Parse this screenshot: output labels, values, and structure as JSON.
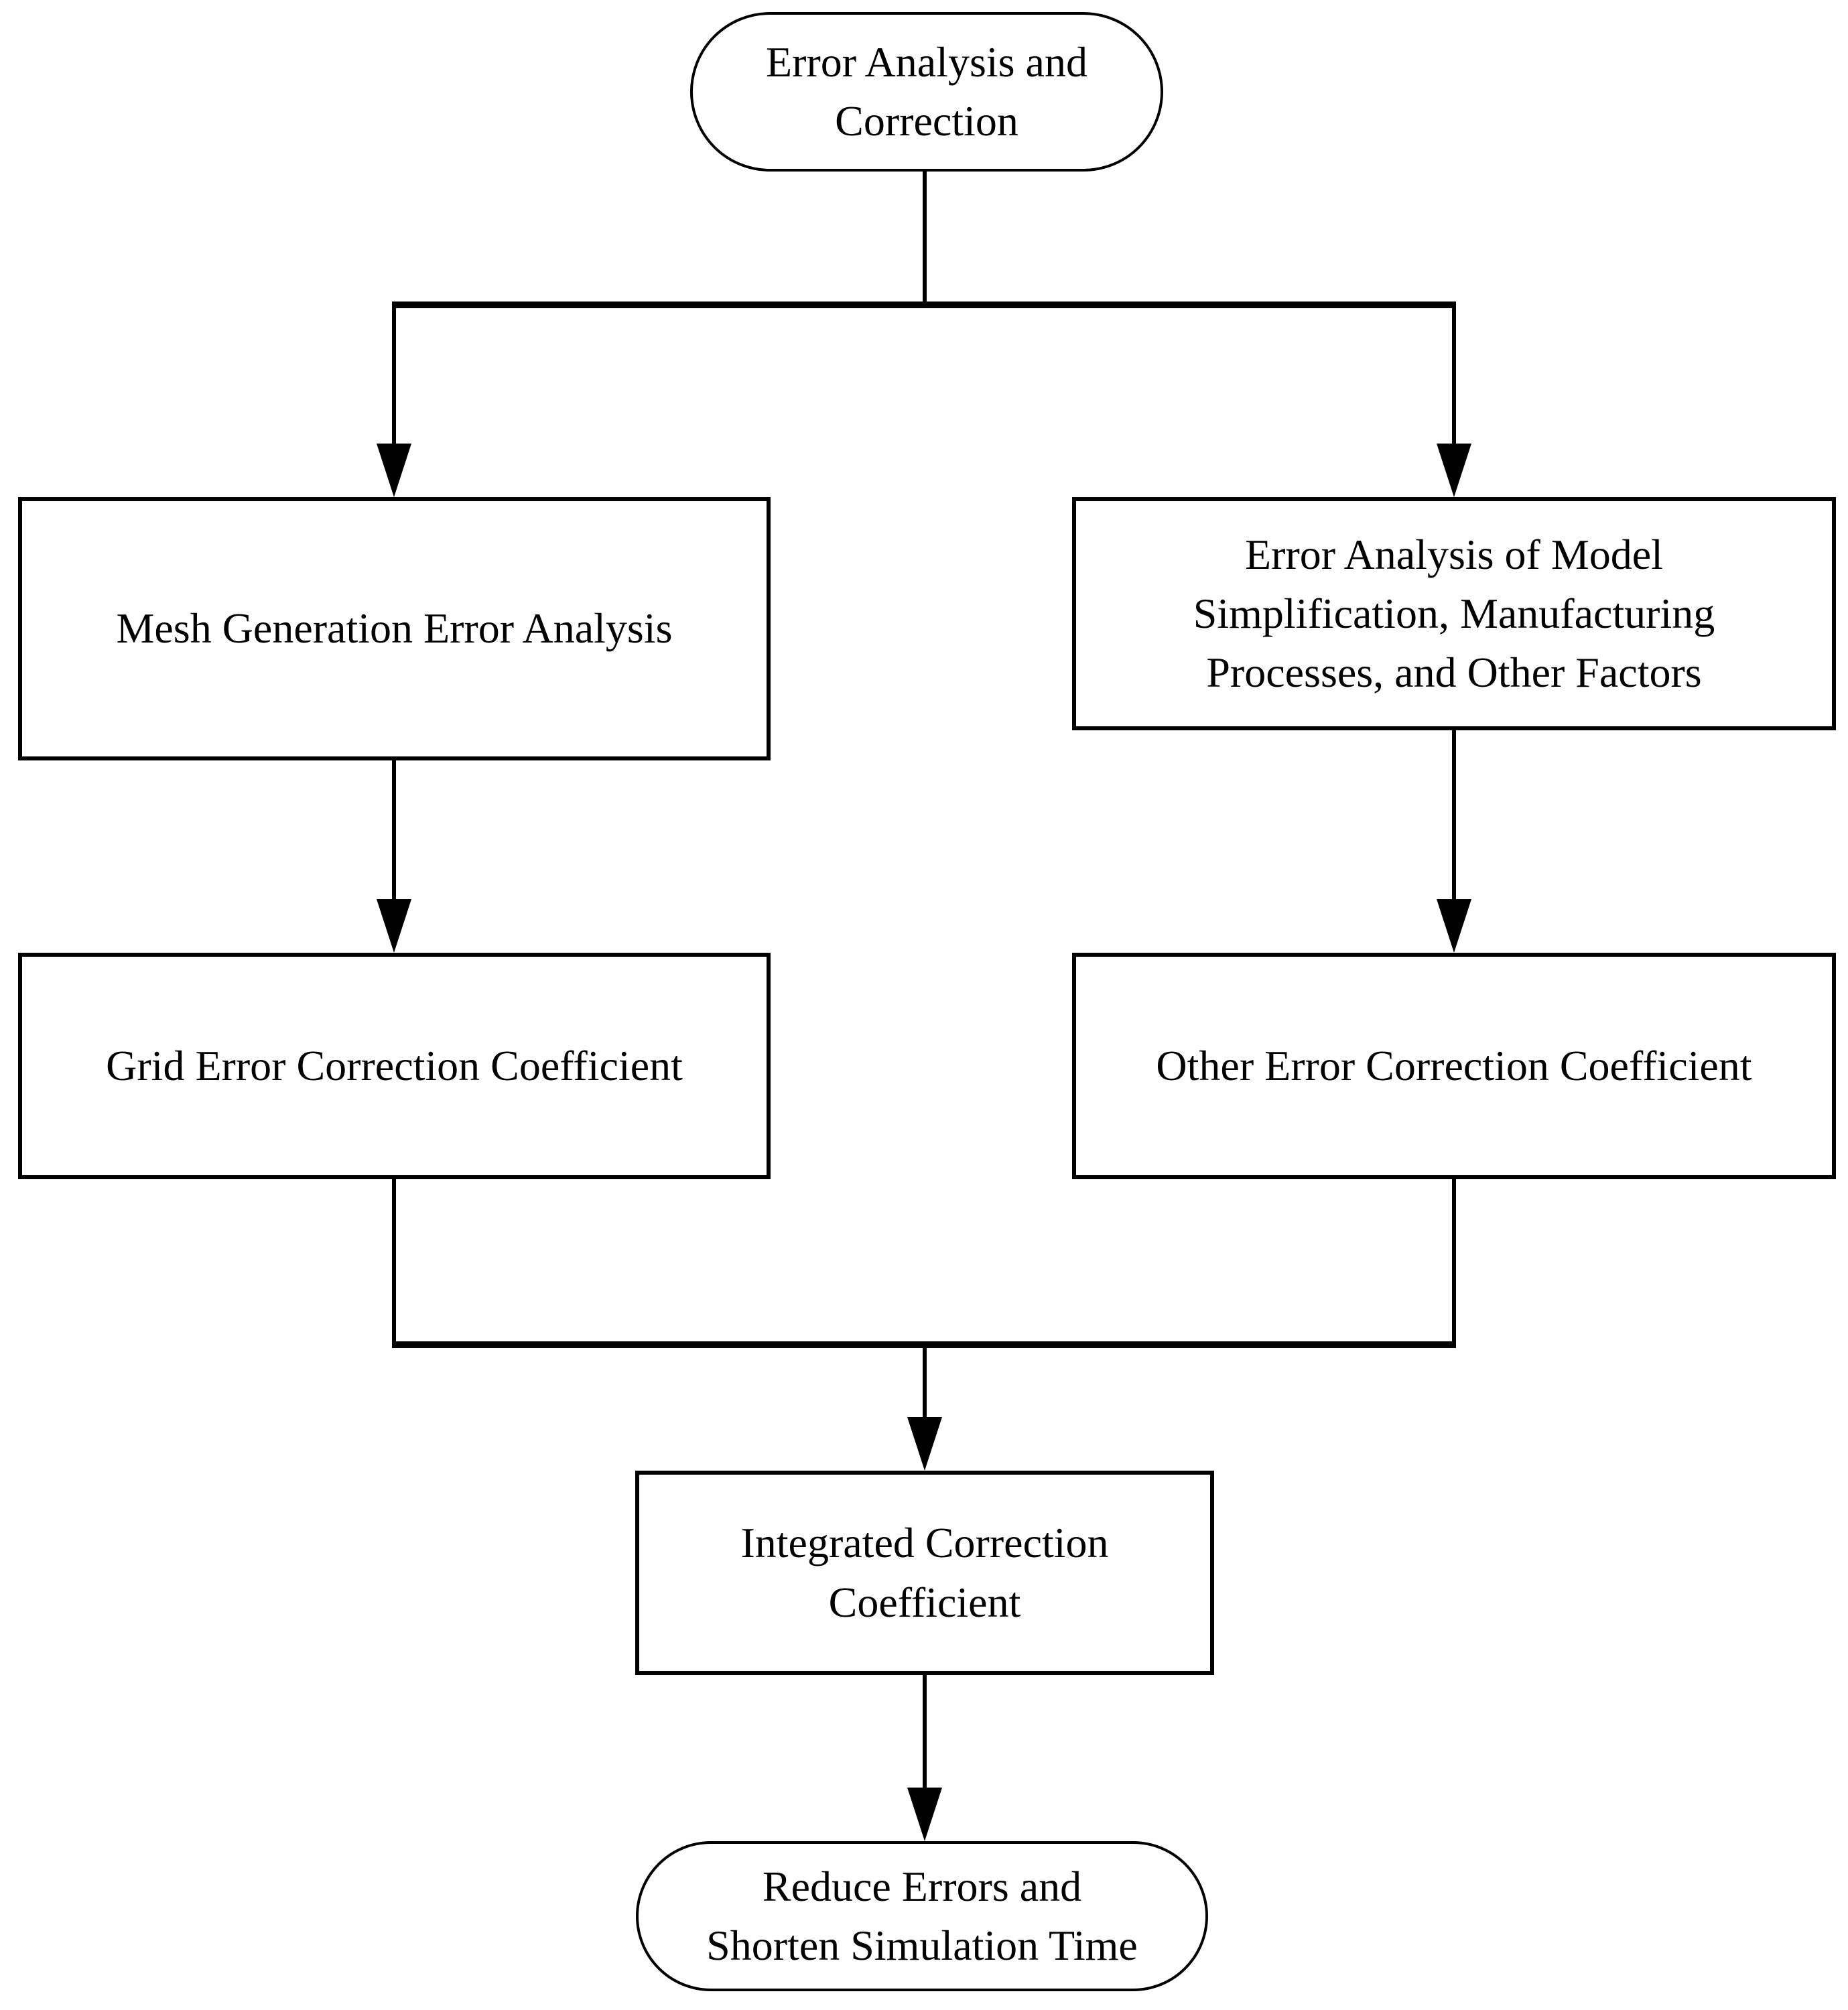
{
  "figure": {
    "type": "flowchart",
    "background_color": "#ffffff",
    "line_color": "#000000",
    "node_fill_color": "#ffffff",
    "nodes": {
      "start": {
        "shape": "stadium",
        "label": "Error Analysis and\nCorrection"
      },
      "mesh_error": {
        "shape": "rectangle",
        "label": "Mesh Generation Error Analysis"
      },
      "model_error": {
        "shape": "rectangle",
        "label": "Error Analysis of Model\nSimplification, Manufacturing\nProcesses, and Other Factors"
      },
      "grid_coeff": {
        "shape": "rectangle",
        "label": "Grid Error Correction Coefficient"
      },
      "other_coeff": {
        "shape": "rectangle",
        "label": "Other Error Correction Coefficient"
      },
      "integrated_coeff": {
        "shape": "rectangle",
        "label": "Integrated Correction\nCoefficient"
      },
      "end": {
        "shape": "stadium",
        "label": "Reduce Errors and\nShorten Simulation Time"
      }
    },
    "edges": [
      {
        "from": "start",
        "to": "mesh_error"
      },
      {
        "from": "start",
        "to": "model_error"
      },
      {
        "from": "mesh_error",
        "to": "grid_coeff"
      },
      {
        "from": "model_error",
        "to": "other_coeff"
      },
      {
        "from": "grid_coeff",
        "to": "integrated_coeff"
      },
      {
        "from": "other_coeff",
        "to": "integrated_coeff"
      },
      {
        "from": "integrated_coeff",
        "to": "end"
      }
    ]
  }
}
